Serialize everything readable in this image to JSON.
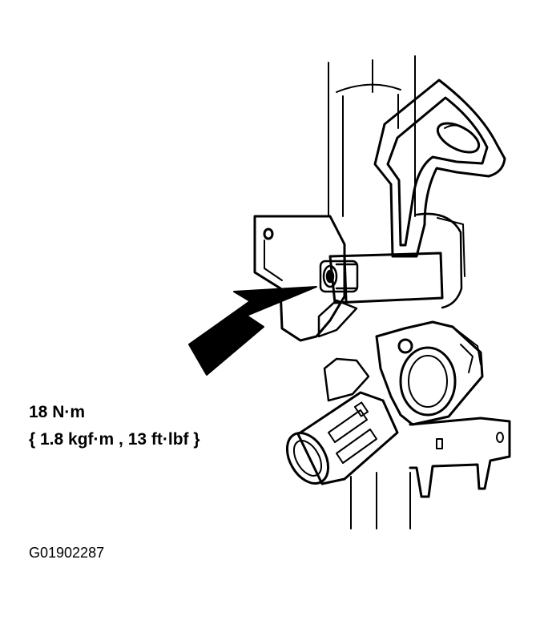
{
  "torque_spec": {
    "line1": "18 N·m",
    "line2": "{ 1.8 kgf·m , 13 ft·lbf }"
  },
  "figure_id": "G01902287",
  "colors": {
    "ink": "#000000",
    "paper": "#ffffff"
  }
}
